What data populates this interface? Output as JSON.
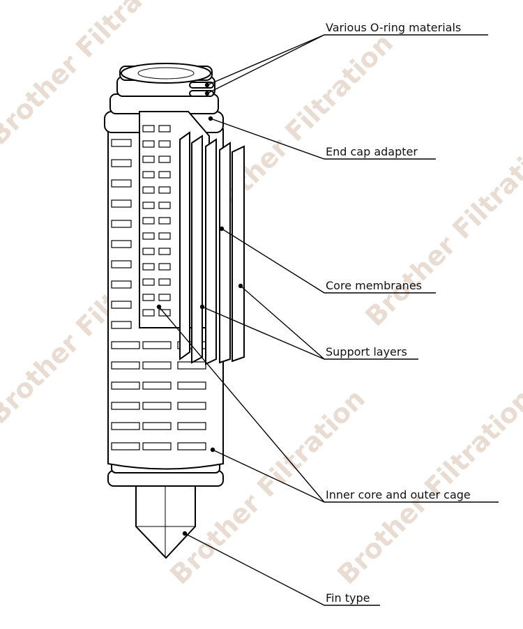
{
  "watermark": "Brother Filtration",
  "labels": {
    "o_ring": "Various O-ring materials",
    "end_cap": "End cap adapter",
    "membranes": "Core membranes",
    "support": "Support layers",
    "core_cage": "Inner core and outer cage",
    "fin": "Fin type"
  }
}
